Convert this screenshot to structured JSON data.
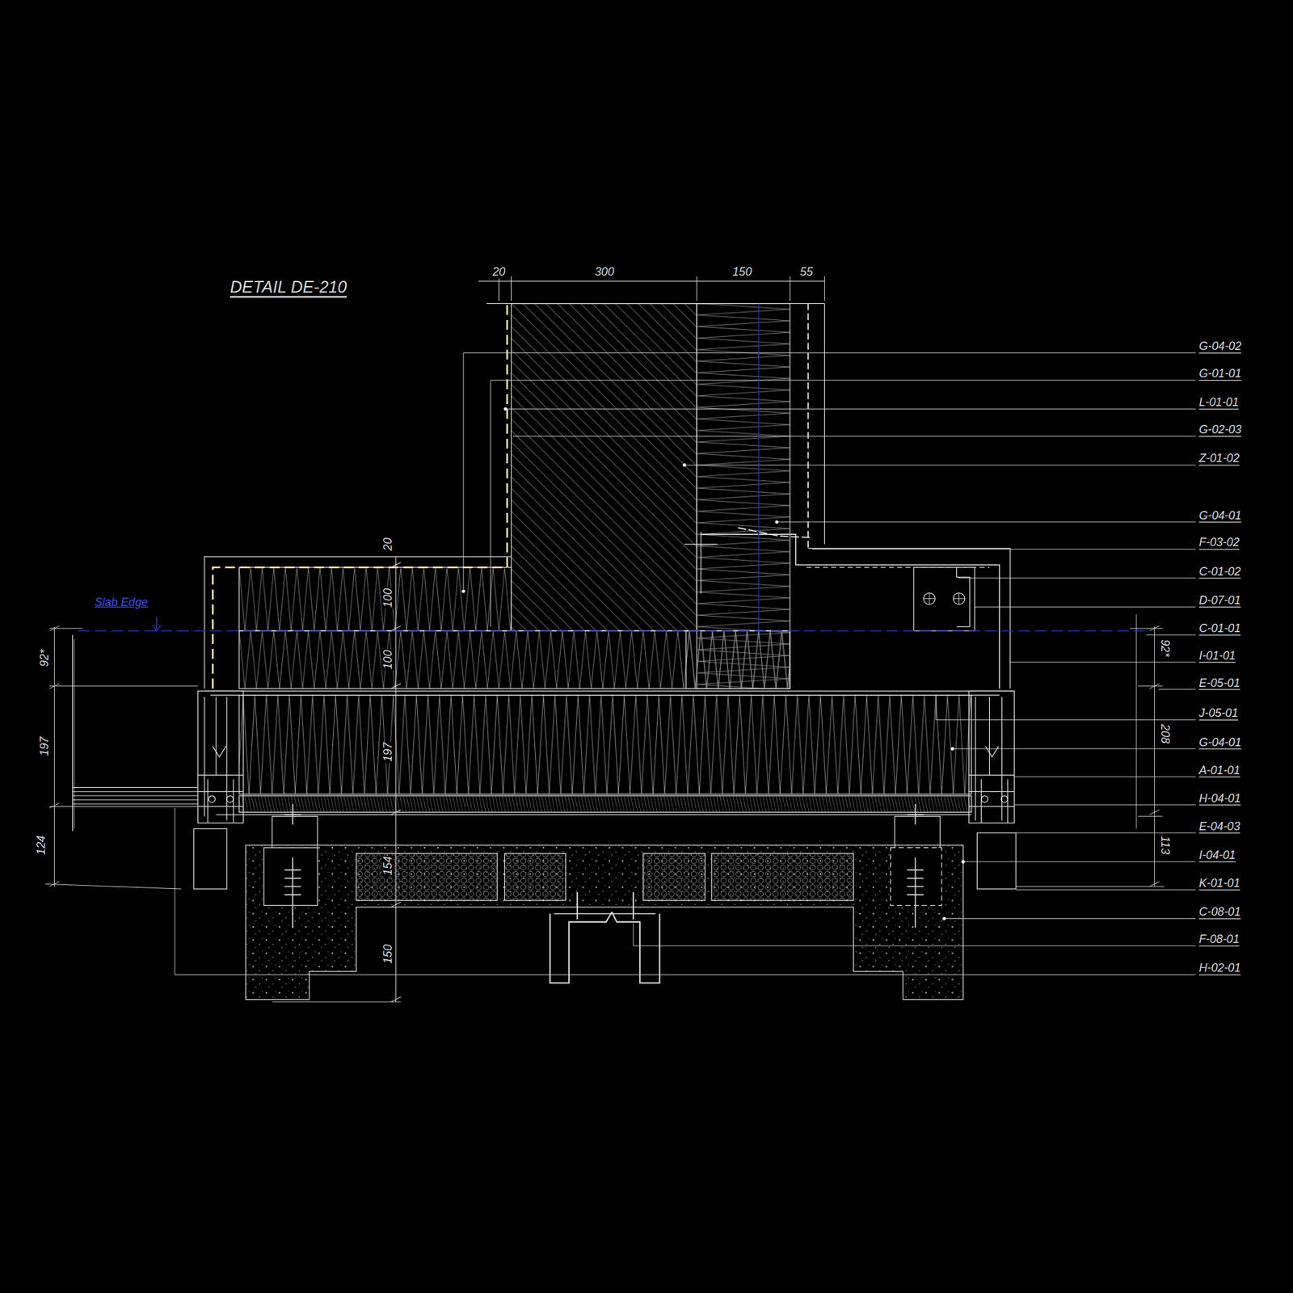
{
  "diagram": {
    "title": "DETAIL DE-210",
    "labels": [
      "20",
      "300",
      "150",
      "55",
      "G-04-02",
      "G-01-01",
      "L-01-01",
      "G-02-03",
      "Z-01-02",
      "G-04-01",
      "F-03-02",
      "C-01-02",
      "D-07-01",
      "C-01-01",
      "I-01-01",
      "E-05-01",
      "J-05-01",
      "G-04-01",
      "A-01-01",
      "H-04-01",
      "E-04-03",
      "I-04-01",
      "K-01-01",
      "C-08-01",
      "F-08-01",
      "H-02-01",
      "Slab Edge",
      "20",
      "100",
      "100",
      "197",
      "154",
      "150",
      "92*",
      "197",
      "124",
      "92*",
      "208",
      "113"
    ]
  }
}
